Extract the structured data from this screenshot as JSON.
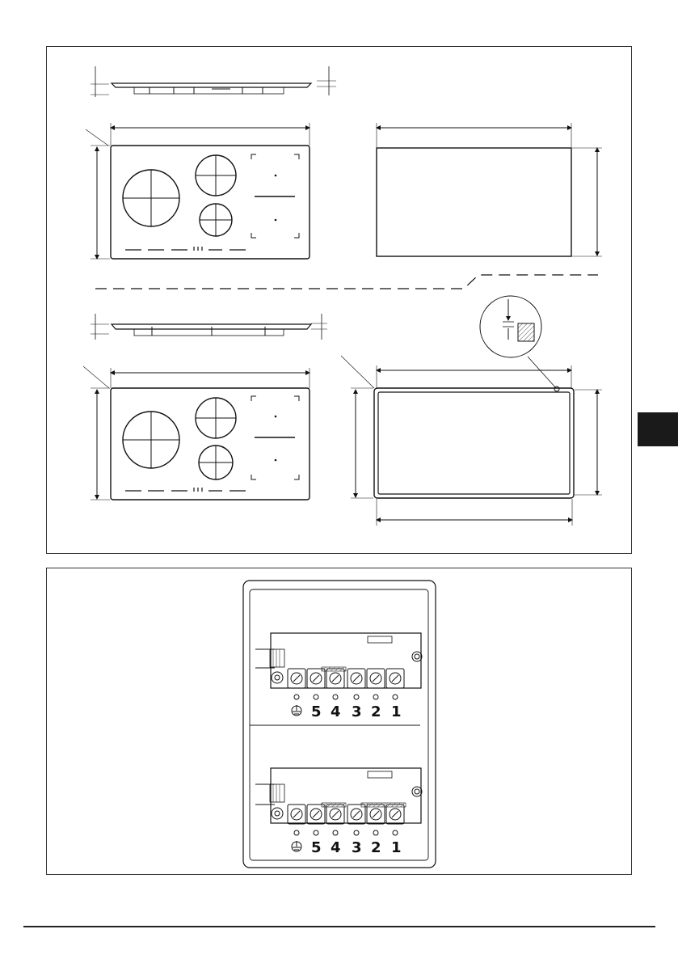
{
  "terminal_block": {
    "top": {
      "labels": [
        "5",
        "4",
        "3",
        "2",
        "1"
      ]
    },
    "bottom": {
      "labels": [
        "5",
        "4",
        "3",
        "2",
        "1"
      ]
    }
  },
  "icons": {
    "earth": "earth-ground-icon"
  },
  "colors": {
    "line": "#111111",
    "tab": "#1a1a1a"
  }
}
